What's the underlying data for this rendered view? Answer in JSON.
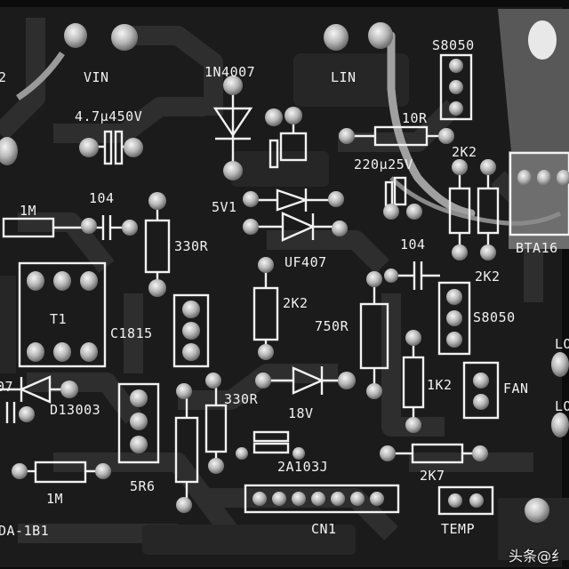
{
  "labels": {
    "vin": "VIN",
    "lin": "LIN",
    "s8050_top": "S8050",
    "d1n4007": "1N4007",
    "cap_4u7": "4.7μ450V",
    "r10": "10R",
    "cap_220u": "220μ25V",
    "r2k2_top": "2K2",
    "bta": "BTA16",
    "c104_left": "104",
    "r1m_top": "1M",
    "v5v1": "5V1",
    "uf407": "UF407",
    "c104_right": "104",
    "r330_top": "330R",
    "t1": "T1",
    "r2k2_mid": "2K2",
    "r2k2_right": "2K2",
    "s8050_mid": "S8050",
    "c1815": "C1815",
    "r750": "750R",
    "d07": "07",
    "fan": "FAN",
    "r1k2": "1K2",
    "d13003": "D13003",
    "r330_bottom": "330R",
    "z18v": "18V",
    "r1m_bottom": "1M",
    "c2a103j": "2A103J",
    "r2k7": "2K7",
    "r5r6": "5R6",
    "cn1": "CN1",
    "temp": "TEMP",
    "board_code": "DA-1B1",
    "edge_2": "2",
    "lo1": "LO",
    "lo2": "LO"
  },
  "watermark": "头条@纟",
  "colors": {
    "board": "#1c1c1c",
    "trace": "#2d2d2d",
    "silk": "#f2f2f2",
    "pad": "#bdbdbd"
  }
}
